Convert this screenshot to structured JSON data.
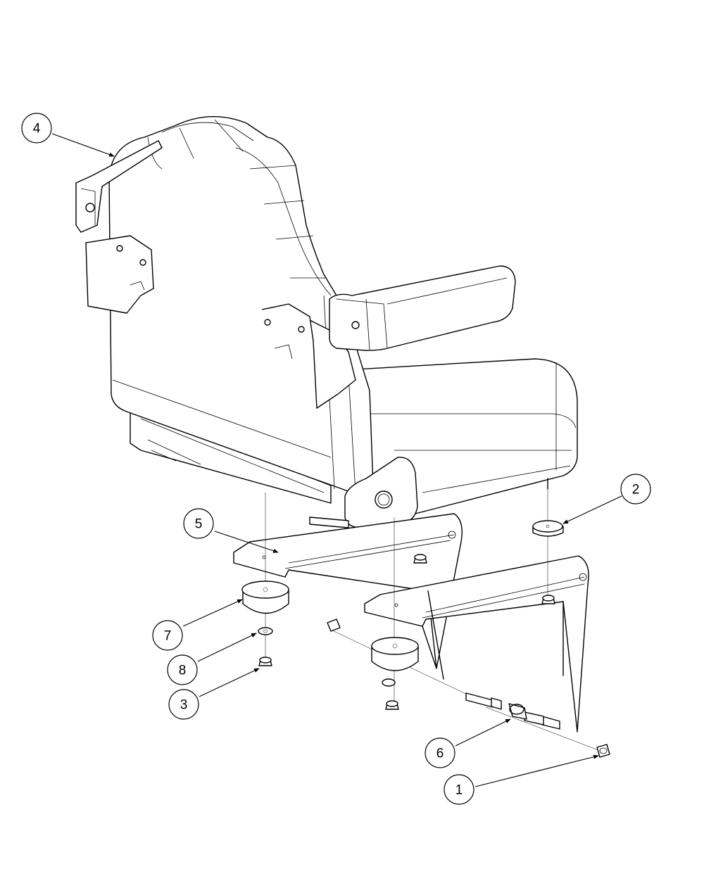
{
  "balloons": [
    {
      "id": "1",
      "label": "1"
    },
    {
      "id": "2",
      "label": "2"
    },
    {
      "id": "3",
      "label": "3"
    },
    {
      "id": "4",
      "label": "4"
    },
    {
      "id": "5",
      "label": "5"
    },
    {
      "id": "6",
      "label": "6"
    },
    {
      "id": "7",
      "label": "7"
    },
    {
      "id": "8",
      "label": "8"
    }
  ],
  "colors": {
    "line": "#000000",
    "background": "#ffffff"
  }
}
